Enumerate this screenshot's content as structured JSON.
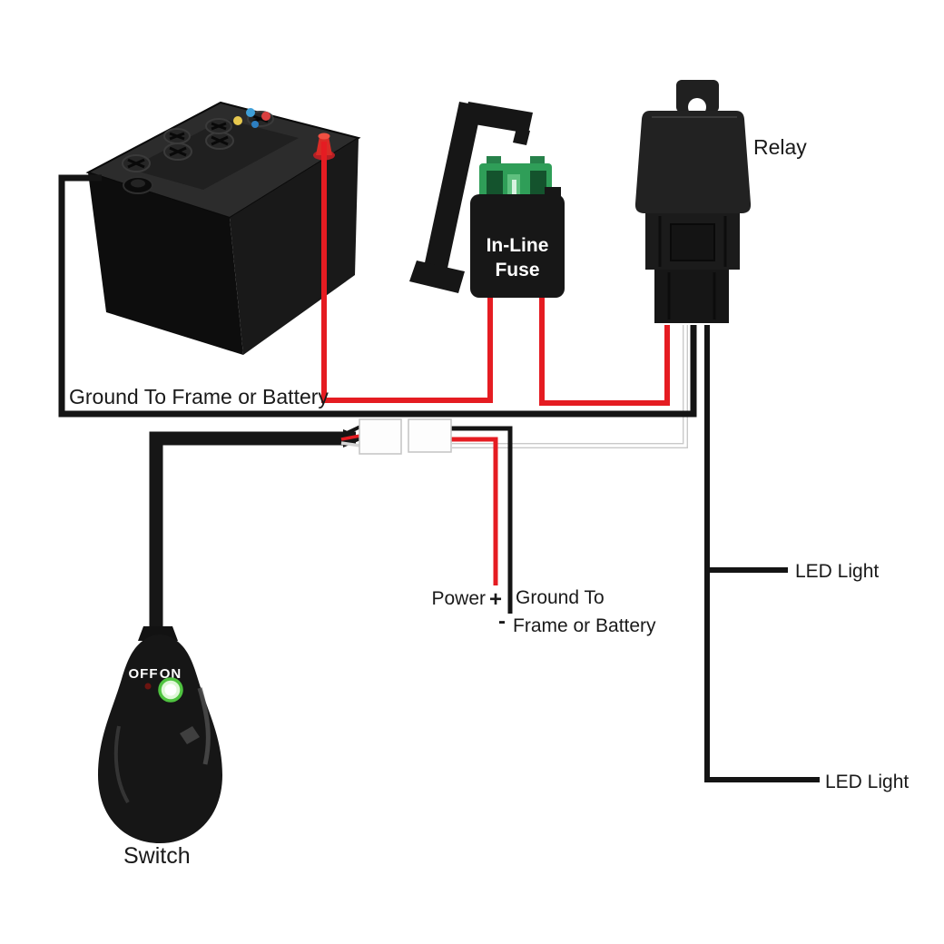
{
  "diagram": {
    "labels": {
      "ground_bus": "Ground To Frame or Battery",
      "relay": "Relay",
      "fuse_line1": "In-Line",
      "fuse_line2": "Fuse",
      "power": "Power",
      "power_plus": "+",
      "ground_to_line1": "Ground To",
      "ground_minus": "-",
      "ground_to_line2": "Frame or Battery",
      "led_top": "LED Light",
      "led_bottom": "LED Light",
      "switch": "Switch",
      "switch_off": "OFF",
      "switch_on": "ON"
    },
    "colors": {
      "wire_red": "#e51c22",
      "wire_black": "#141414",
      "wire_white": "#ffffff",
      "wire_white_edge": "#c9c9c9",
      "fuse_green": "#2f9e58",
      "fuse_green_dark": "#14532d",
      "switch_led_green": "#4fc340",
      "switch_off_dot": "#6b1410",
      "battery_terminal_red": "#d92b26"
    }
  }
}
